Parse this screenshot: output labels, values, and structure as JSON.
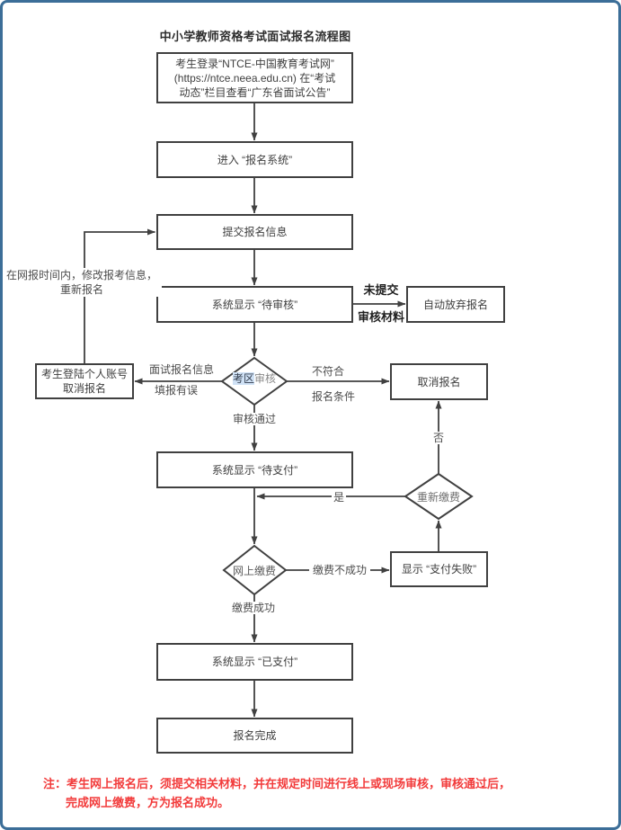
{
  "title": "中小学教师资格考试面试报名流程图",
  "colors": {
    "frame_blue": "#3c6e98",
    "line_gray": "#404040",
    "note_red": "#f23b3b",
    "search_highlight": "#cfe1f5"
  },
  "nodes": {
    "login": {
      "line1": "考生登录“NTCE-中国教育考试网”",
      "line2": "(https://ntce.neea.edu.cn) 在“考试",
      "line3": "动态”栏目查看“广东省面试公告”"
    },
    "enter_system": {
      "label": "进入 “报名系统”"
    },
    "submit_info": {
      "label": "提交报名信息"
    },
    "pending_review": {
      "label": "系统显示 “待审核”"
    },
    "auto_abandon": {
      "label": "自动放弃报名"
    },
    "area_review": {
      "highlighted": "考区",
      "rest": "审核"
    },
    "cancel_account": {
      "line1": "考生登陆个人账号",
      "line2": "取消报名"
    },
    "cancel_reg": {
      "label": "取消报名"
    },
    "pending_pay": {
      "label": "系统显示 “待支付”"
    },
    "repay": {
      "label": "重新缴费"
    },
    "online_pay": {
      "label": "网上缴费"
    },
    "pay_fail": {
      "label": "显示 “支付失败”"
    },
    "paid": {
      "label": "系统显示 “已支付”"
    },
    "done": {
      "label": "报名完成"
    }
  },
  "edge_labels": {
    "no_submit_1": "未提交",
    "no_submit_2": "审核材料",
    "not_meet_1": "不符合",
    "not_meet_2": "报名条件",
    "wrong_info_1": "面试报名信息",
    "wrong_info_2": "填报有误",
    "review_pass": "审核通过",
    "yes": "是",
    "no": "否",
    "pay_not_ok": "缴费不成功",
    "pay_ok": "缴费成功",
    "redo_1": "在网报时间内，修改报考信息，",
    "redo_2": "重新报名"
  },
  "note": {
    "line1": "注：考生网上报名后，须提交相关材料，并在规定时间进行线上或现场审核，审核通过后，",
    "line2": "完成网上缴费，方为报名成功。"
  }
}
